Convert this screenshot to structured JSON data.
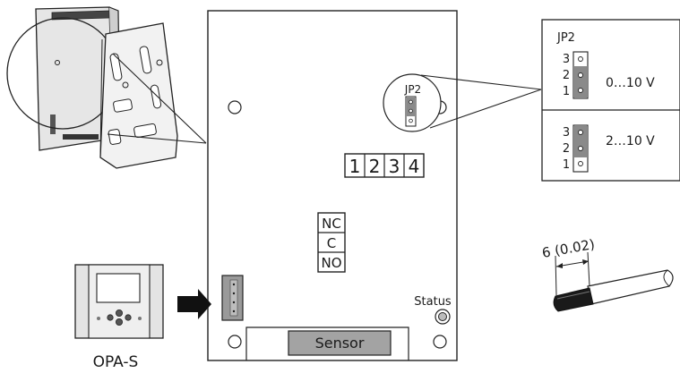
{
  "board": {
    "jumper_label": "JP2",
    "terminal_numbers": [
      "1",
      "2",
      "3",
      "4"
    ],
    "relay_labels": [
      "NC",
      "C",
      "NO"
    ],
    "status_label": "Status",
    "sensor_label": "Sensor"
  },
  "jumper_panel": {
    "title": "JP2",
    "settings": [
      {
        "pins": [
          "3",
          "2",
          "1"
        ],
        "range": "0…10 V"
      },
      {
        "pins": [
          "3",
          "2",
          "1"
        ],
        "range": "2…10 V"
      }
    ]
  },
  "cable": {
    "strip_length": "6 (0.02)"
  },
  "device": {
    "model": "OPA-S"
  }
}
